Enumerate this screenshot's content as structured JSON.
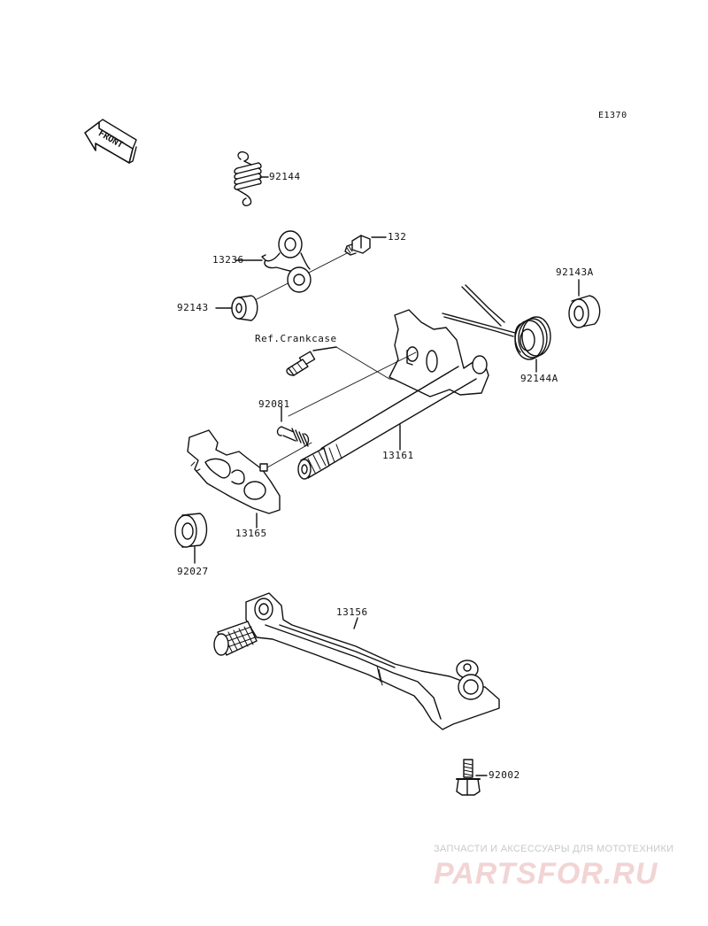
{
  "diagram_code": "E1370",
  "front_label": "FRONT",
  "reference_label": "Ref.Crankcase",
  "parts": [
    {
      "id": "92144"
    },
    {
      "id": "132"
    },
    {
      "id": "13236"
    },
    {
      "id": "92143"
    },
    {
      "id": "92143A"
    },
    {
      "id": "92144A"
    },
    {
      "id": "92081"
    },
    {
      "id": "13161"
    },
    {
      "id": "13165"
    },
    {
      "id": "92027"
    },
    {
      "id": "13156"
    },
    {
      "id": "92002"
    }
  ],
  "watermark": {
    "subtitle": "ЗАПЧАСТИ И АКСЕССУАРЫ ДЛЯ МОТОТЕХНИКИ",
    "brand": "PARTSFOR.RU"
  },
  "colors": {
    "ink": "#111111",
    "watermark": "#f2d4d4",
    "watermark_sub": "#c9c9c9"
  }
}
